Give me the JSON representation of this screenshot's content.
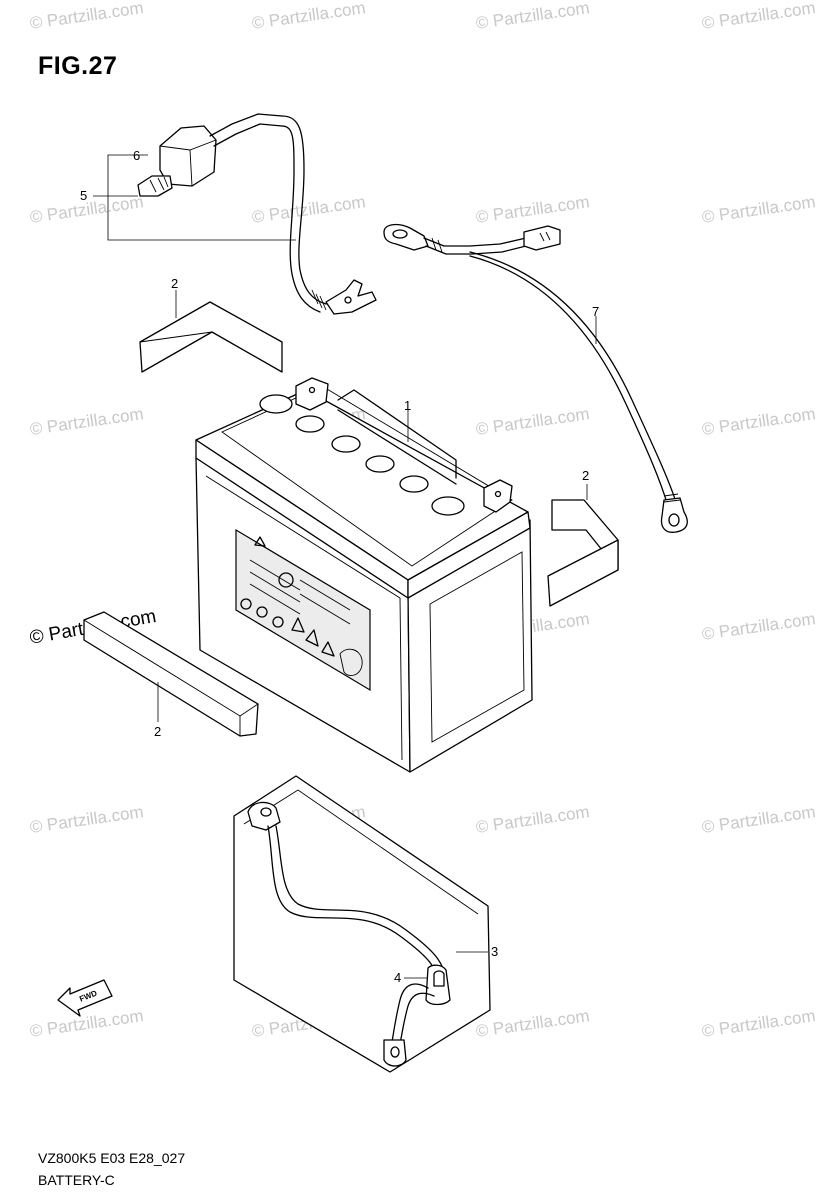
{
  "figure": {
    "title": "FIG.27"
  },
  "footer": {
    "code": "VZ800K5 E03 E28_027",
    "name": "BATTERY-C"
  },
  "watermark": {
    "text": "© Partzilla.com"
  },
  "callouts": [
    {
      "id": "1",
      "label": "1"
    },
    {
      "id": "2a",
      "label": "2"
    },
    {
      "id": "2b",
      "label": "2"
    },
    {
      "id": "2c",
      "label": "2"
    },
    {
      "id": "3",
      "label": "3"
    },
    {
      "id": "4",
      "label": "4"
    },
    {
      "id": "5",
      "label": "5"
    },
    {
      "id": "6",
      "label": "6"
    },
    {
      "id": "7",
      "label": "7"
    }
  ],
  "icons": {
    "front_arrow": "fwd-arrow-icon"
  },
  "colors": {
    "line": "#000000",
    "watermark": "#c8c8c8",
    "background": "#ffffff"
  }
}
